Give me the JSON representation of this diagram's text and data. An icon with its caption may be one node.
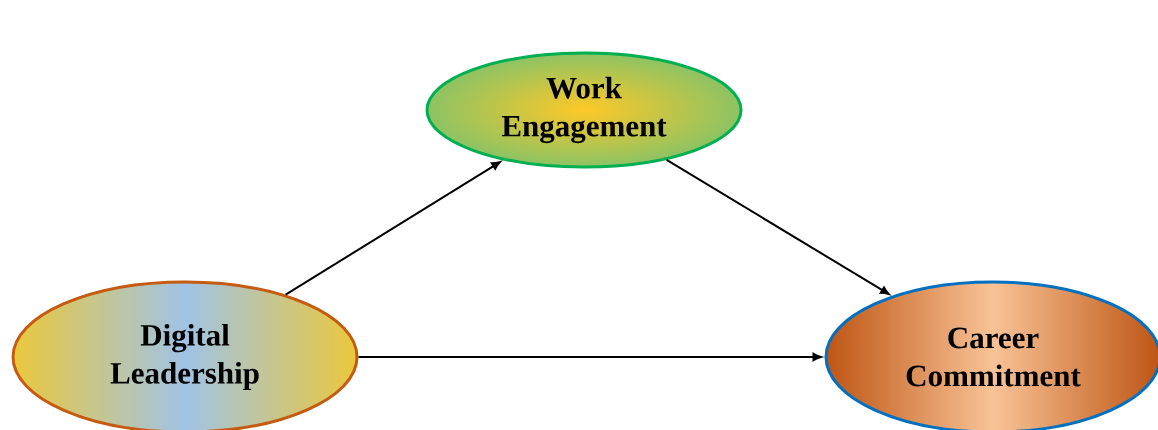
{
  "diagram": {
    "nodes": [
      {
        "text": [
          "Work Engagement"
        ]
      },
      {
        "text": [
          "Digital Leadership"
        ]
      },
      {
        "text": [
          "Career Commitment"
        ]
      }
    ],
    "edges": [
      {
        "from": 1,
        "to": 0,
        "arrow": "to"
      },
      {
        "from": 0,
        "to": 2,
        "arrow": "to"
      },
      {
        "from": 1,
        "to": 2,
        "arrow": "to"
      }
    ]
  }
}
